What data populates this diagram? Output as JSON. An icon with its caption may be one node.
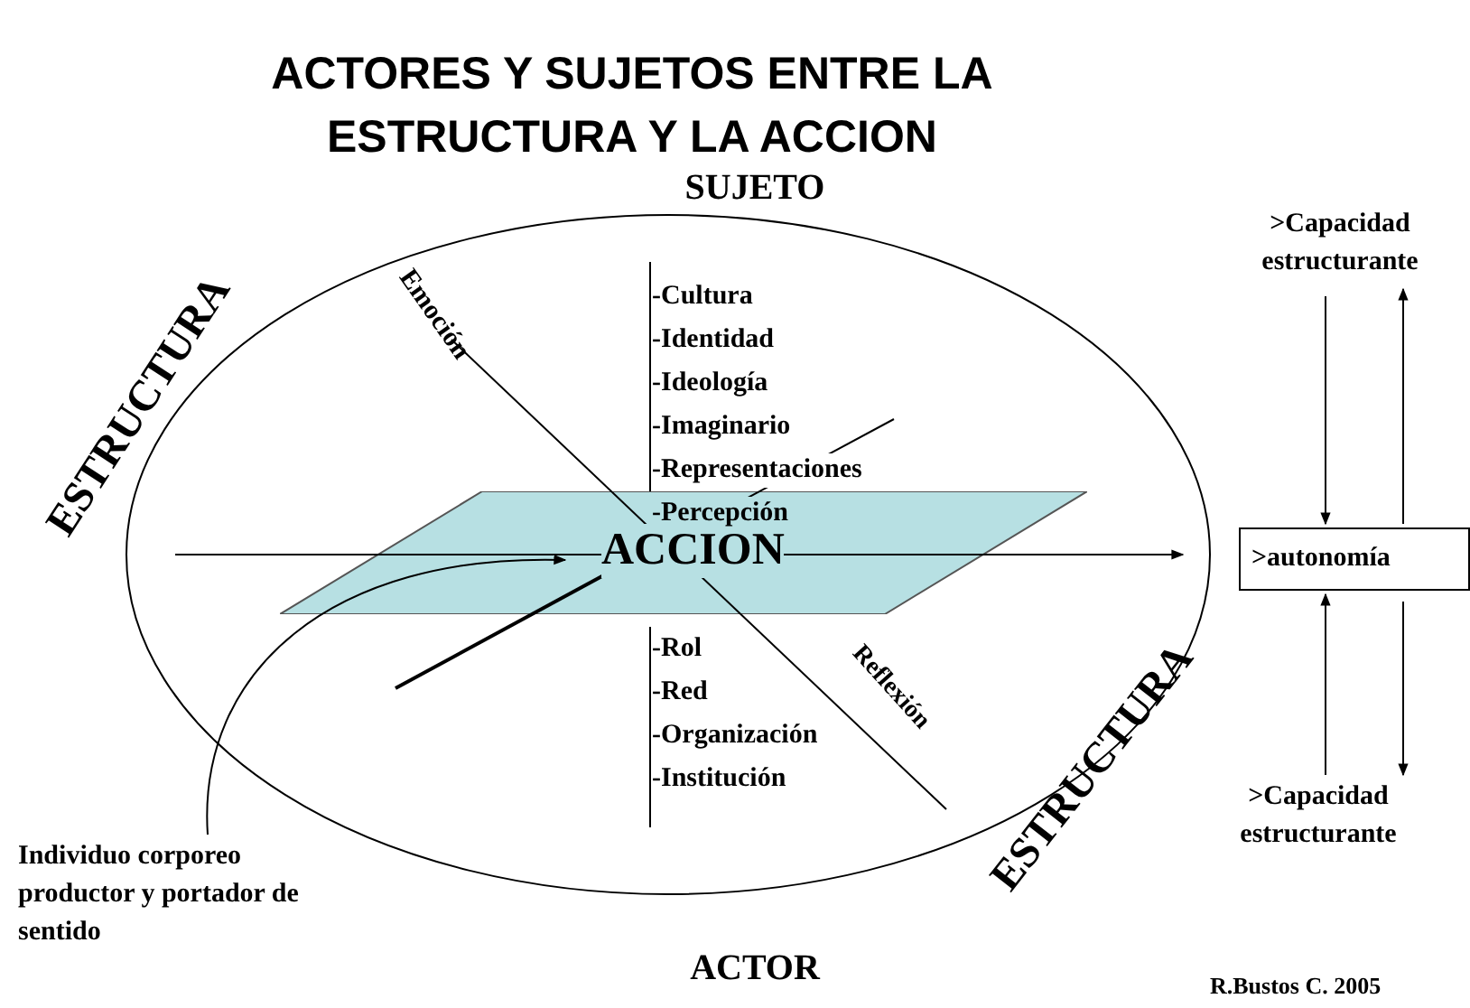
{
  "diagram": {
    "title": "ACTORES Y SUJETOS ENTRE LA ESTRUCTURA Y LA ACCION",
    "nodes": [
      {
        "text": [
          "ACCION"
        ]
      },
      {
        "text": [
          "Individuo corporeo productor y portador de sentido"
        ]
      },
      {
        "text": [
          ">autonomía"
        ]
      },
      {
        "text": [
          ">Capacidad estructurante"
        ]
      },
      {
        "text": [
          ">Capacidad estructurante"
        ]
      }
    ],
    "edges": [
      {
        "from": 1,
        "to": 0,
        "arrow": "to"
      },
      {
        "from": 3,
        "to": 2,
        "arrow": "to"
      },
      {
        "from": 2,
        "to": 3,
        "arrow": "to"
      },
      {
        "from": 4,
        "to": 2,
        "arrow": "to"
      },
      {
        "from": 2,
        "to": 4,
        "arrow": "to"
      }
    ],
    "labels": [
      "SUJETO",
      "ESTRUCTURA",
      "Emoción",
      "-Cultura",
      "-Identidad",
      "-Ideología",
      "-Imaginario",
      "-Representaciones",
      "-Percepción",
      "-Rol",
      "-Red",
      "-Organización",
      "-Institución",
      "Reflexión",
      "ESTRUCTURA",
      "ACTOR",
      "R.Bustos C. 2005"
    ]
  }
}
